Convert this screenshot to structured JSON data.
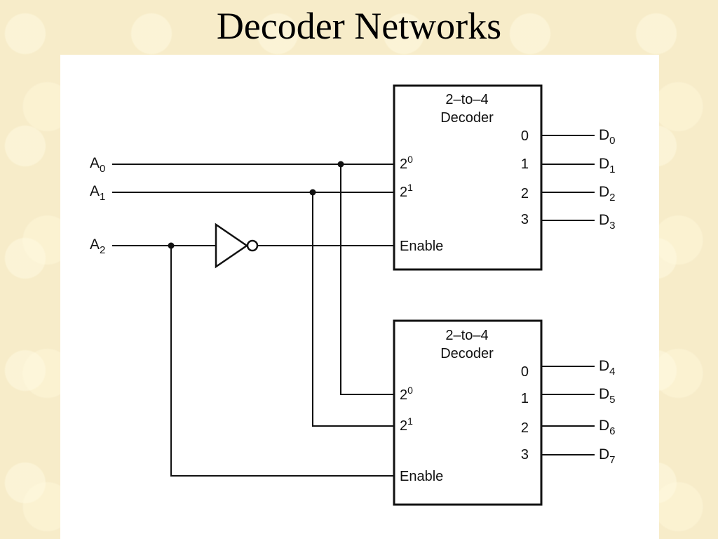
{
  "title": "Decoder Networks",
  "inputs": [
    {
      "label": "A",
      "sub": "0"
    },
    {
      "label": "A",
      "sub": "1"
    },
    {
      "label": "A",
      "sub": "2"
    }
  ],
  "decoder_top": {
    "title_line1": "2–to–4",
    "title_line2": "Decoder",
    "inputs": [
      {
        "base": "2",
        "exp": "0"
      },
      {
        "base": "2",
        "exp": "1"
      }
    ],
    "enable": "Enable",
    "outputs": [
      "0",
      "1",
      "2",
      "3"
    ]
  },
  "decoder_bottom": {
    "title_line1": "2–to–4",
    "title_line2": "Decoder",
    "inputs": [
      {
        "base": "2",
        "exp": "0"
      },
      {
        "base": "2",
        "exp": "1"
      }
    ],
    "enable": "Enable",
    "outputs": [
      "0",
      "1",
      "2",
      "3"
    ]
  },
  "outputs_top": [
    {
      "label": "D",
      "sub": "0"
    },
    {
      "label": "D",
      "sub": "1"
    },
    {
      "label": "D",
      "sub": "2"
    },
    {
      "label": "D",
      "sub": "3"
    }
  ],
  "outputs_bottom": [
    {
      "label": "D",
      "sub": "4"
    },
    {
      "label": "D",
      "sub": "5"
    },
    {
      "label": "D",
      "sub": "6"
    },
    {
      "label": "D",
      "sub": "7"
    }
  ]
}
